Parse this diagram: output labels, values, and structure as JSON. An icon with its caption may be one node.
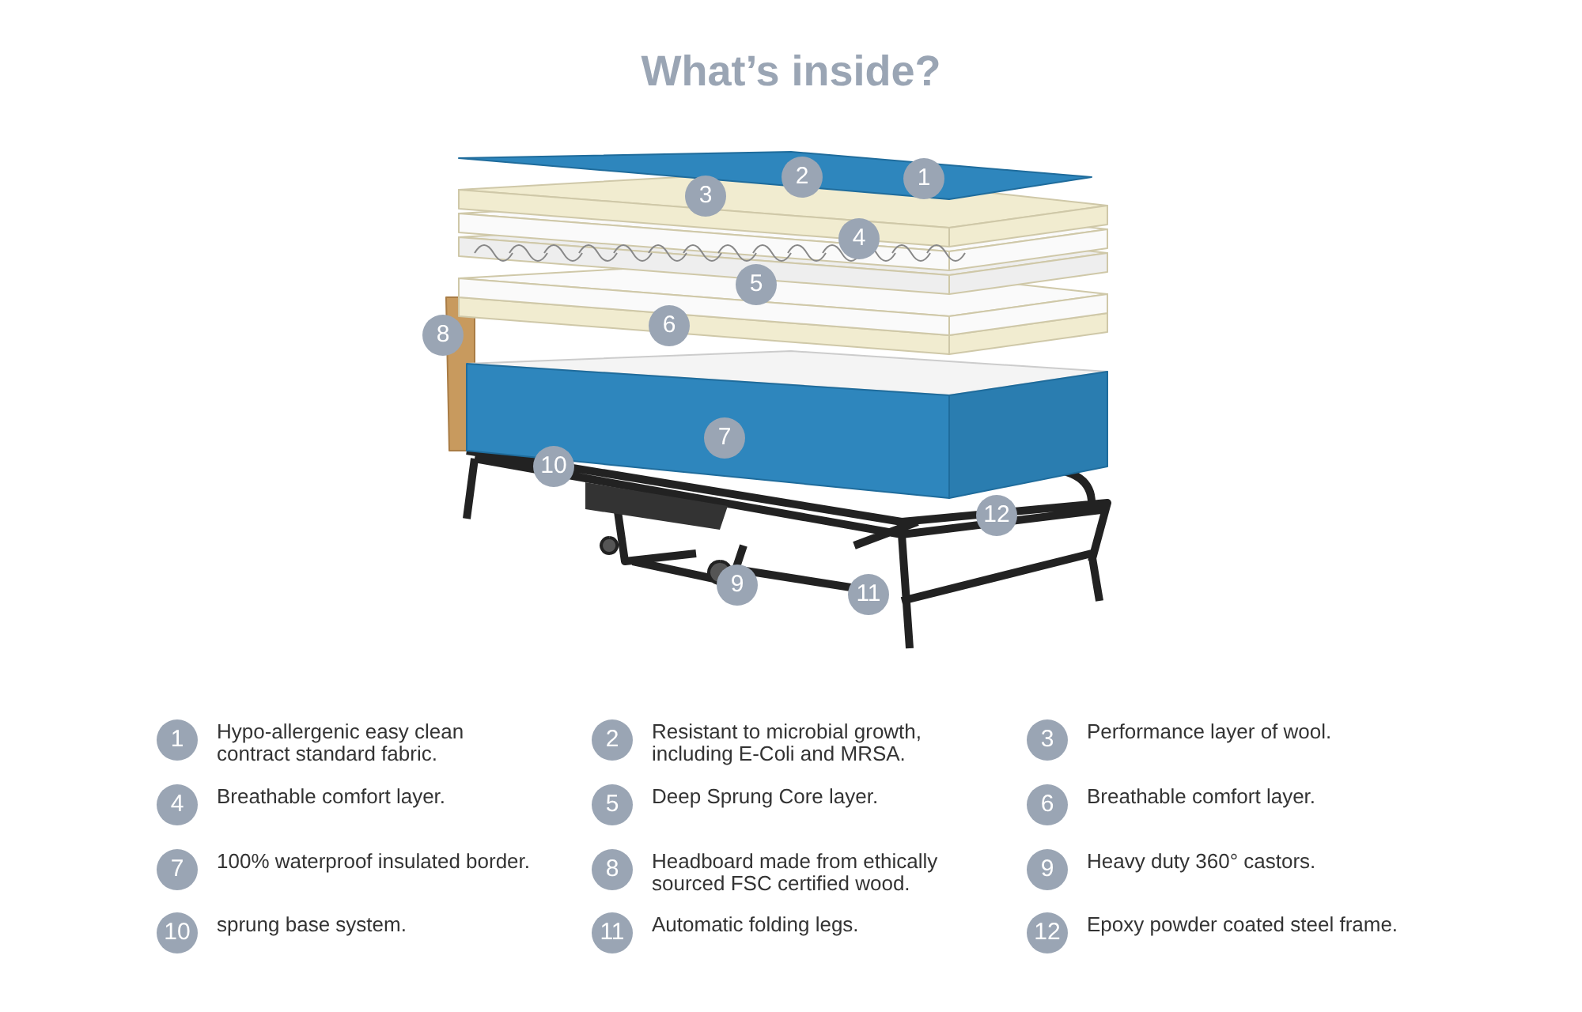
{
  "diagram": {
    "title": "What’s inside?",
    "labels": [
      "2",
      "1",
      "3",
      "4",
      "5",
      "8",
      "6",
      "7",
      "10",
      "12",
      "9",
      "11",
      "1",
      "Hypo-allergenic easy clean contract standard fabric.",
      "2",
      "Resistant to microbial growth, including E-Coli and MRSA.",
      "3",
      "Performance layer of wool.",
      "4",
      "Breathable comfort layer.",
      "5",
      "Deep Sprung Core layer.",
      "6",
      "Breathable comfort layer.",
      "7",
      "100% waterproof insulated border.",
      "8",
      "Headboard made from ethically sourced FSC certified wood.",
      "9",
      "Heavy duty 360° castors.",
      "10",
      "sprung base system.",
      "11",
      "Automatic folding legs.",
      "12",
      "Epoxy powder coated steel frame."
    ]
  }
}
